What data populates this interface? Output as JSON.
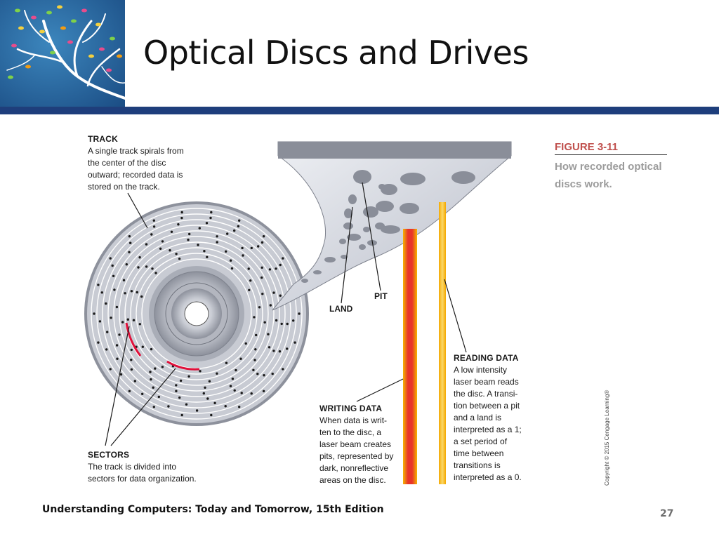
{
  "slide": {
    "title": "Optical Discs and Drives",
    "footer": "Understanding Computers: Today and Tomorrow, 15th Edition",
    "page_number": "27"
  },
  "figure": {
    "caption_number": "FIGURE 3-11",
    "caption_text": "How recorded optical discs work.",
    "labels": {
      "track": {
        "heading": "TRACK",
        "body": [
          "A single track spirals from",
          "the center of the disc",
          "outward; recorded data is",
          "stored on the track."
        ]
      },
      "sectors": {
        "heading": "SECTORS",
        "body": [
          "The track is divided into",
          "sectors for data organization."
        ]
      },
      "land": "LAND",
      "pit": "PIT",
      "writing": {
        "heading": "WRITING DATA",
        "body": [
          "When data is writ-",
          "ten to the disc, a",
          "laser beam creates",
          "pits, represented by",
          "dark, nonreflective",
          "areas on the disc."
        ]
      },
      "reading": {
        "heading": "READING DATA",
        "body": [
          "A low intensity",
          "laser beam reads",
          "the disc. A transi-",
          "tion between a pit",
          "and a land is",
          "interpreted as a 1;",
          "a set period of",
          "time between",
          "transitions is",
          "interpreted as a 0."
        ]
      }
    },
    "copyright": "Copyright © 2015 Cengage Learning®"
  },
  "colors": {
    "header_bar": "#1e3e7c",
    "logo_background": "#2a72a8",
    "caption_accent": "#c0504d",
    "caption_gray": "#9b9b9b",
    "writing_laser": "#e8352a",
    "reading_laser": "#f2b632",
    "sector_mark": "#e0103a"
  }
}
